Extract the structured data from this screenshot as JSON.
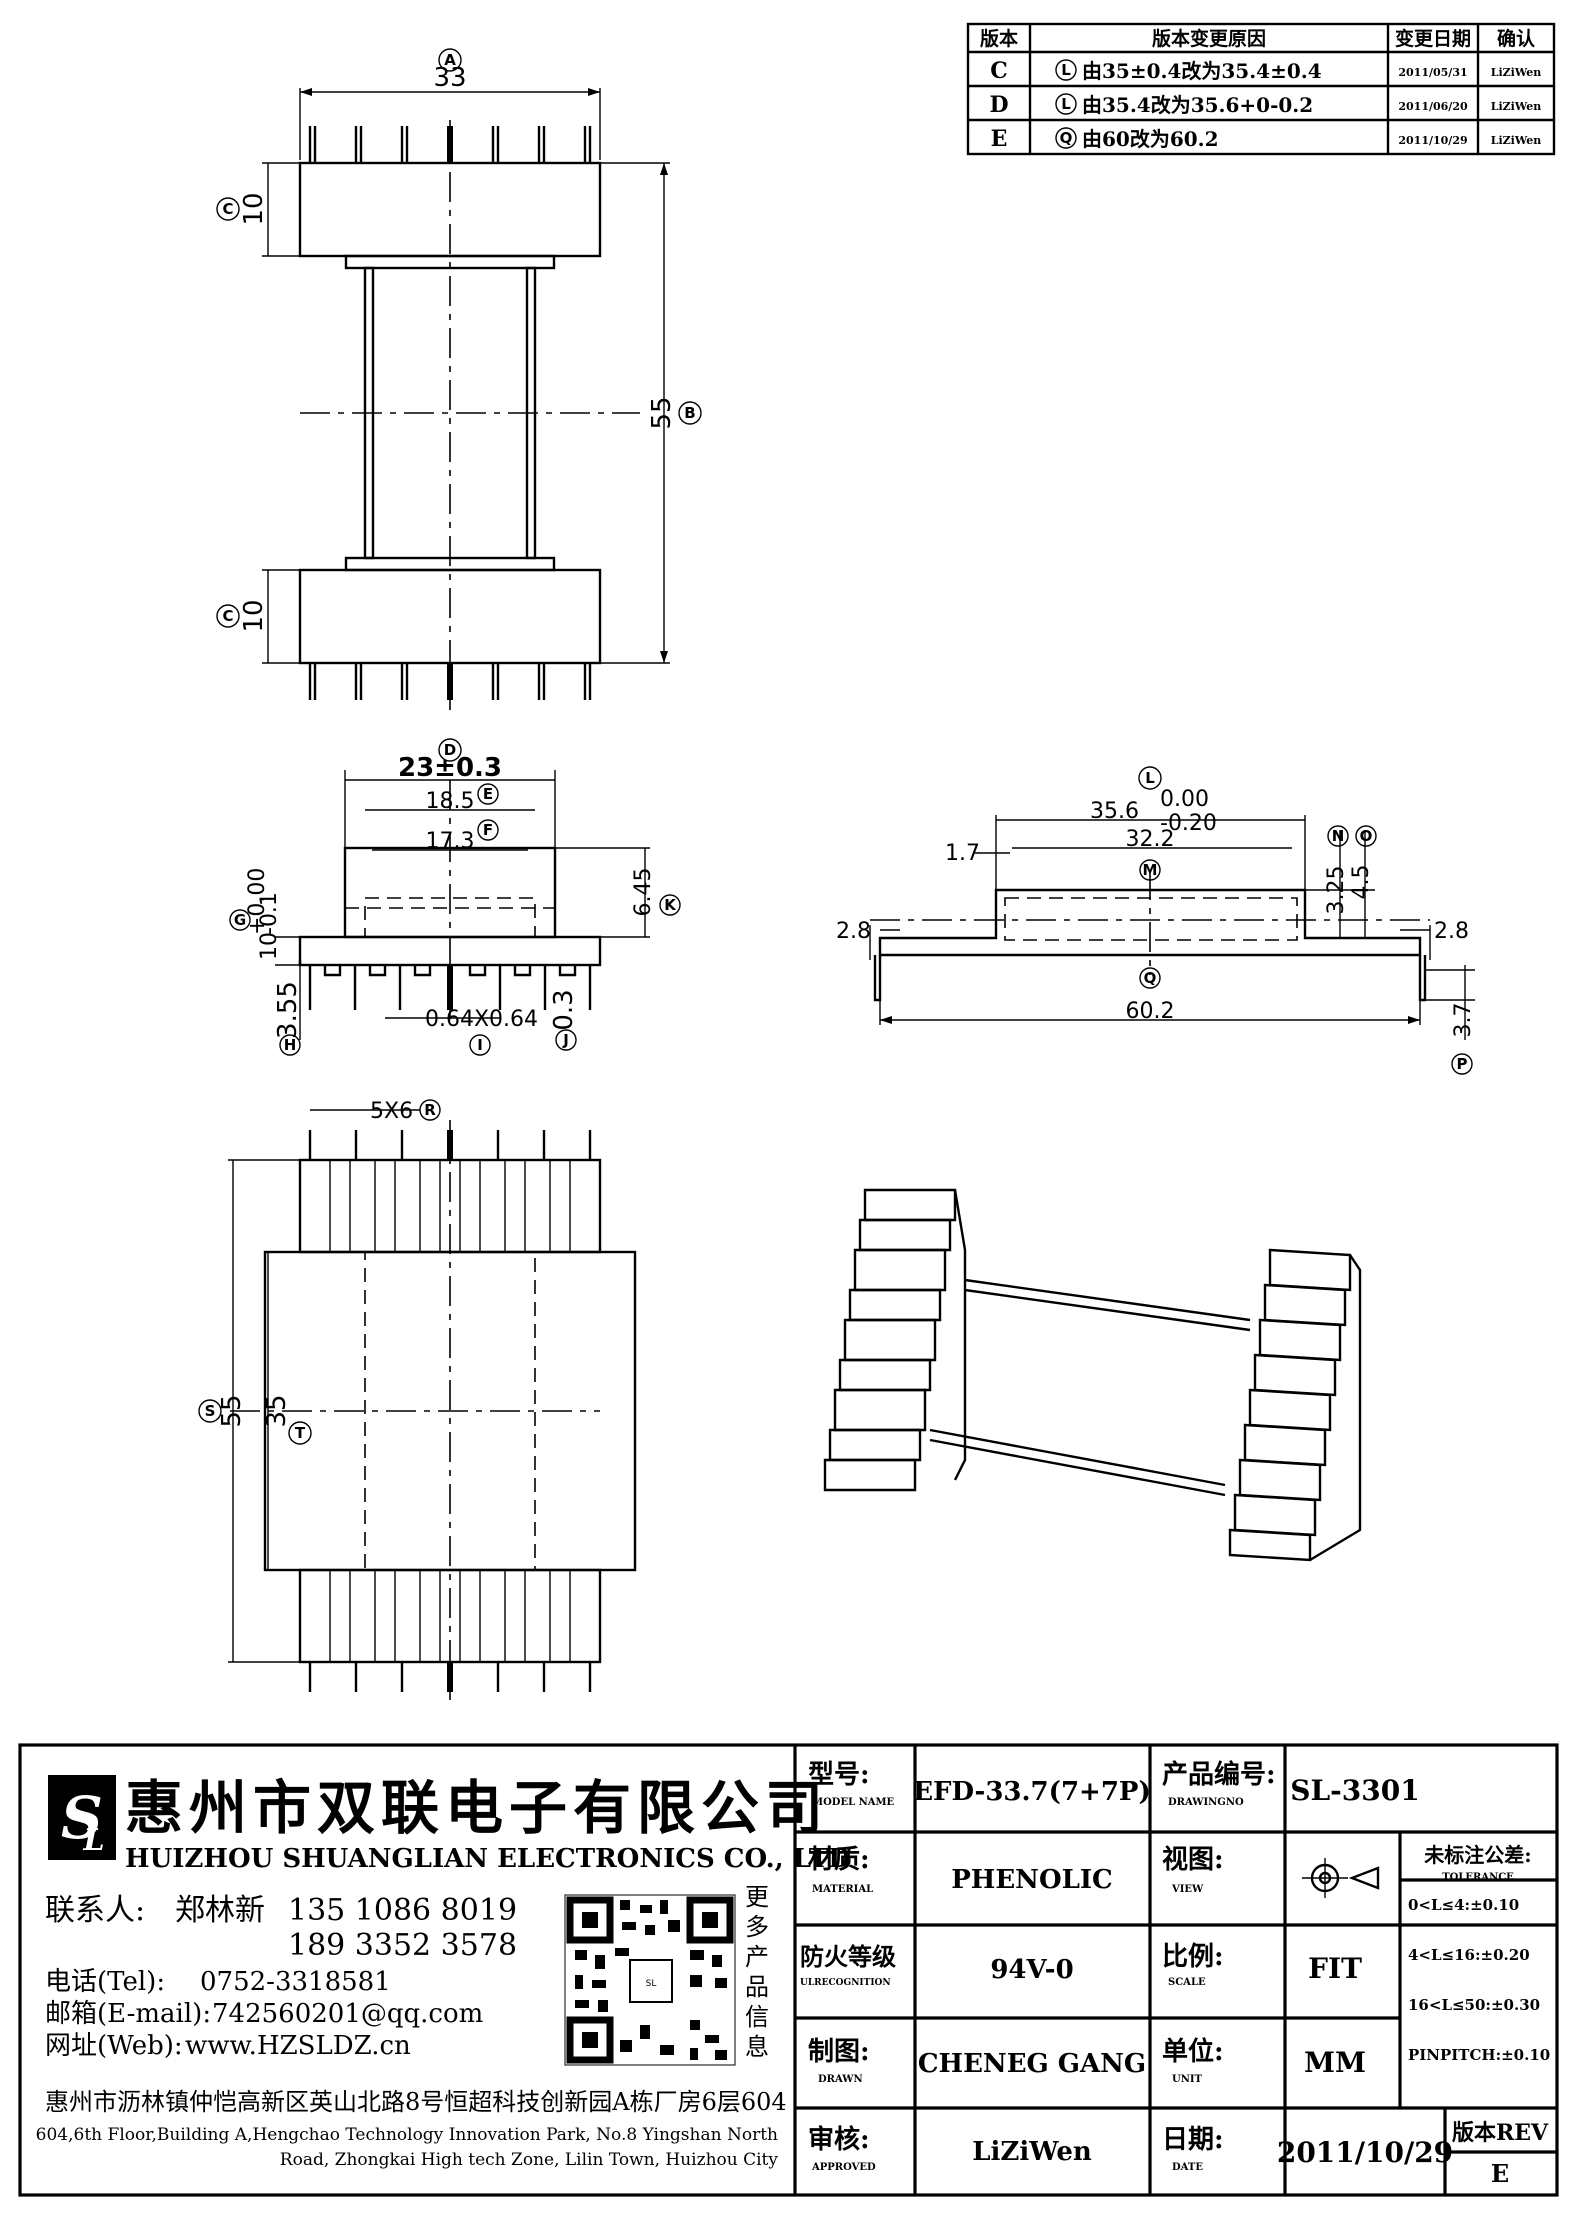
{
  "revision_table": {
    "headers": [
      "版本",
      "版本变更原因",
      "变更日期",
      "确认"
    ],
    "rows": [
      {
        "rev": "C",
        "bubble": "L",
        "reason": "由35±0.4改为35.4±0.4",
        "date": "2011/05/31",
        "by": "LiZiWen"
      },
      {
        "rev": "D",
        "bubble": "L",
        "reason": "由35.4改为35.6+0-0.2",
        "date": "2011/06/20",
        "by": "LiZiWen"
      },
      {
        "rev": "E",
        "bubble": "Q",
        "reason": "由60改为60.2",
        "date": "2011/10/29",
        "by": "LiZiWen"
      }
    ]
  },
  "front_view": {
    "dim_A": "33",
    "bubble_A": "A",
    "dim_B": "55",
    "bubble_B": "B",
    "dim_C_top": "10",
    "dim_C_bottom": "10",
    "bubble_C": "C"
  },
  "end_view": {
    "dim_D": "23±0.3",
    "bubble_D": "D",
    "dim_E": "18.5",
    "bubble_E": "E",
    "dim_F": "17.3",
    "bubble_F": "F",
    "dim_G": "10",
    "dim_G_tol_upper": "+0.00",
    "dim_G_tol_lower": "-0.1",
    "bubble_G": "G",
    "dim_H": "3.55",
    "bubble_H": "H",
    "dim_I": "0.64X0.64",
    "bubble_I": "I",
    "dim_J": "0.3",
    "bubble_J": "J",
    "dim_K": "6.45",
    "bubble_K": "K"
  },
  "side_view": {
    "dim_L": "35.6",
    "dim_L_tol_upper": "0.00",
    "dim_L_tol_lower": "-0.20",
    "bubble_L": "L",
    "dim_M": "32.2",
    "bubble_M": "M",
    "dim_N": "3.25",
    "bubble_N": "N",
    "dim_O": "4.5",
    "bubble_O": "O",
    "dim_P": "3.7",
    "bubble_P": "P",
    "dim_Q": "60.2",
    "bubble_Q": "Q",
    "dim_left_step": "1.7",
    "dim_left_flange": "2.8",
    "dim_right_flange": "2.8"
  },
  "bottom_view": {
    "dim_R": "5X6",
    "bubble_R": "R",
    "dim_S": "55",
    "bubble_S": "S",
    "dim_T": "35",
    "bubble_T": "T"
  },
  "company": {
    "name_cn": "惠州市双联电子有限公司",
    "name_en": "HUIZHOU SHUANGLIAN ELECTRONICS CO., LTD",
    "contact_label": "联系人:",
    "contact_name": "郑林新",
    "phone1": "135 1086 8019",
    "phone2": "189 3352 3578",
    "tel_label": "电话(Tel):",
    "tel": "0752-3318581",
    "email_label": "邮箱(E-mail):",
    "email": "742560201@qq.com",
    "web_label": "网址(Web):",
    "web": "www.HZSLDZ.cn",
    "more_info": "更多产品信息",
    "address_cn": "惠州市沥林镇仲恺高新区英山北路8号恒超科技创新园A栋厂房6层604",
    "address_en_1": "604,6th Floor,Building A,Hengchao Technology Innovation Park, No.8 Yingshan North",
    "address_en_2": "Road, Zhongkai High tech Zone, Lilin Town, Huizhou City"
  },
  "title_block": {
    "model_label": "型号:",
    "model_label_en": "MODEL NAME",
    "model": "EFD-33.7(7+7P)",
    "drawing_label": "产品编号:",
    "drawing_label_en": "DRAWINGNO",
    "drawing_no": "SL-3301",
    "material_label": "材质:",
    "material_label_en": "MATERIAL",
    "material": "PHENOLIC",
    "view_label": "视图:",
    "view_label_en": "VIEW",
    "tolerance_label": "未标注公差:",
    "tolerance_label_en": "TOLERANCE",
    "tolerances": [
      "0<L≤4:±0.10",
      "4<L≤16:±0.20",
      "16<L≤50:±0.30",
      "PINPITCH:±0.10"
    ],
    "flame_label": "防火等级",
    "flame_label_en": "ULRECOGNITION",
    "flame": "94V-0",
    "scale_label": "比例:",
    "scale_label_en": "SCALE",
    "scale": "FIT",
    "drawn_label": "制图:",
    "drawn_label_en": "DRAWN",
    "drawn": "CHENEG GANG",
    "unit_label": "单位:",
    "unit_label_en": "UNIT",
    "unit": "MM",
    "approved_label": "审核:",
    "approved_label_en": "APPROVED",
    "approved": "LiZiWen",
    "date_label": "日期:",
    "date_label_en": "DATE",
    "date": "2011/10/29",
    "rev_label": "版本REV",
    "rev": "E"
  }
}
